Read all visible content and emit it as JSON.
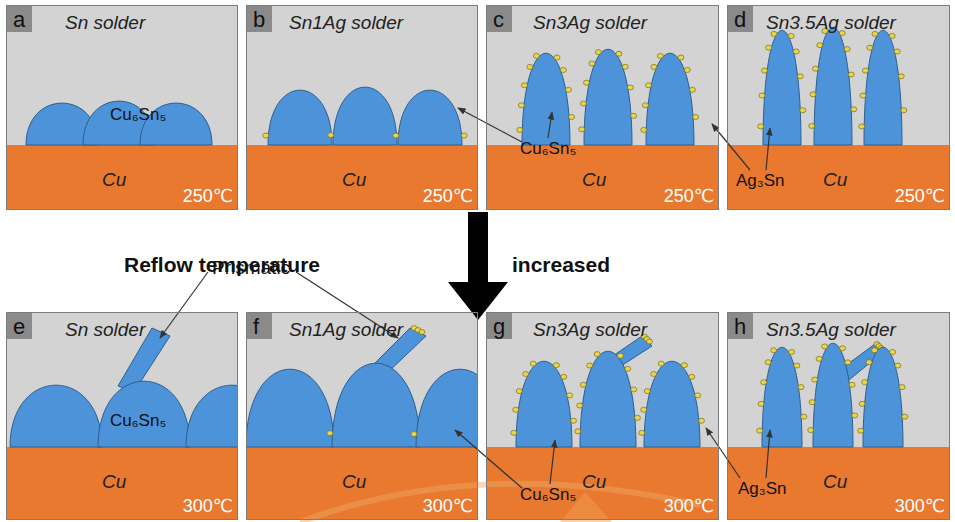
{
  "diagram": {
    "nodes": [
      {
        "text": [
          "a",
          "Sn solder",
          "Cu",
          "250℃"
        ]
      },
      {
        "text": [
          "b",
          "Sn1Ag solder",
          "Cu",
          "250℃"
        ]
      },
      {
        "text": [
          "c",
          "Sn3Ag solder",
          "Cu",
          "250℃"
        ]
      },
      {
        "text": [
          "d",
          "Sn3.5Ag solder",
          "Cu",
          "250℃"
        ]
      },
      {
        "text": [
          "e",
          "Sn solder",
          "Cu",
          "300℃"
        ]
      },
      {
        "text": [
          "f",
          "Sn1Ag solder",
          "Cu",
          "300℃"
        ]
      },
      {
        "text": [
          "g",
          "Sn3Ag solder",
          "Cu",
          "300℃"
        ]
      },
      {
        "text": [
          "h",
          "Sn3.5Ag solder",
          "Cu",
          "300℃"
        ]
      }
    ],
    "labels": [
      "Cu₆Sn₅",
      "Cu₆Sn₅",
      "Ag₃Sn",
      "Reflow temperature",
      "increased",
      "Prismatic",
      "Cu₆Sn₅",
      "Cu₆Sn₅",
      "Ag₃Sn"
    ]
  }
}
